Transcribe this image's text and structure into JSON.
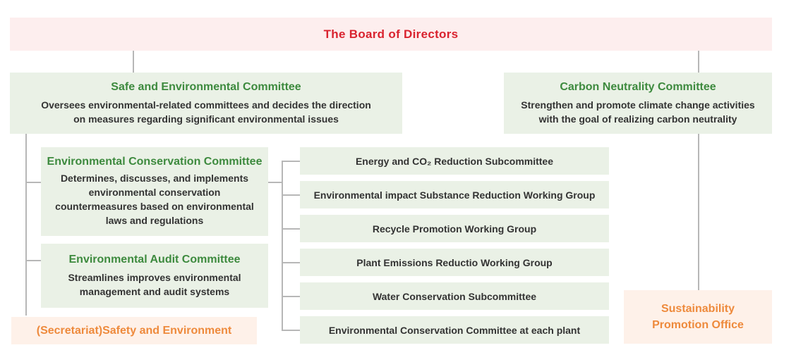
{
  "board": {
    "title": "The Board of Directors"
  },
  "safe_committee": {
    "title": "Safe and Environmental Committee",
    "desc_lines": [
      "Oversees environmental-related committees and decides the direction",
      "on measures regarding significant environmental issues"
    ]
  },
  "carbon_committee": {
    "title": "Carbon Neutrality Committee",
    "desc_lines": [
      "Strengthen and promote climate change activities",
      "with the goal of realizing carbon neutrality"
    ]
  },
  "conservation_committee": {
    "title": "Environmental Conservation Committee",
    "desc_lines": [
      "Determines, discusses, and implements",
      "environmental conservation",
      "countermeasures based on environmental",
      "laws and regulations"
    ]
  },
  "audit_committee": {
    "title": "Environmental Audit Committee",
    "desc_lines": [
      "Streamlines improves environmental",
      "management and audit systems"
    ]
  },
  "secretariat": {
    "label": "(Secretariat)Safety and Environment"
  },
  "sustainability_office": {
    "lines": [
      "Sustainability",
      "Promotion Office"
    ]
  },
  "subcommittees": [
    {
      "label": "Energy and CO₂ Reduction Subcommittee"
    },
    {
      "label": "Environmental impact Substance Reduction Working Group"
    },
    {
      "label": "Recycle Promotion Working Group"
    },
    {
      "label": "Plant Emissions Reductio Working Group"
    },
    {
      "label": "Water Conservation Subcommittee"
    },
    {
      "label": "Environmental Conservation Committee at each plant"
    }
  ],
  "colors": {
    "red_title": "#d9232f",
    "green_title": "#3d8a3e",
    "orange_title": "#ee8a3c",
    "green_fill": "#eaf1e6",
    "pink_fill": "#fdeeee",
    "peach_fill": "#fef1e9",
    "connector": "#b7b7b7"
  }
}
